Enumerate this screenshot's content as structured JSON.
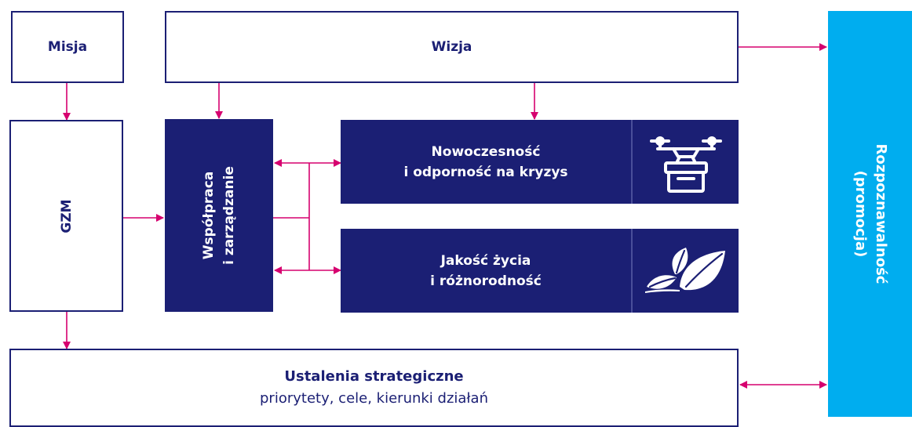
{
  "diagram": {
    "misja": "Misja",
    "wizja": "Wizja",
    "gzm": "GZM",
    "wspolpraca": [
      "Współpraca",
      "i zarządzanie"
    ],
    "nowoczesnosc": [
      "Nowoczesność",
      "i odporność na kryzys"
    ],
    "jakosc": [
      "Jakość życia",
      "i różnorodność"
    ],
    "ustalenia_title": "Ustalenia strategiczne",
    "ustalenia_subtitle": "priorytety, cele, kierunki działań",
    "rozpoznawalnosc": [
      "Rozpoznawalność",
      "(promocja)"
    ]
  },
  "icons": {
    "nowoczesnosc_icon": "drone-icon",
    "jakosc_icon": "leaves-icon"
  },
  "colors": {
    "navy": "#1b1f74",
    "cyan": "#00adef",
    "arrow": "#d6006f"
  }
}
